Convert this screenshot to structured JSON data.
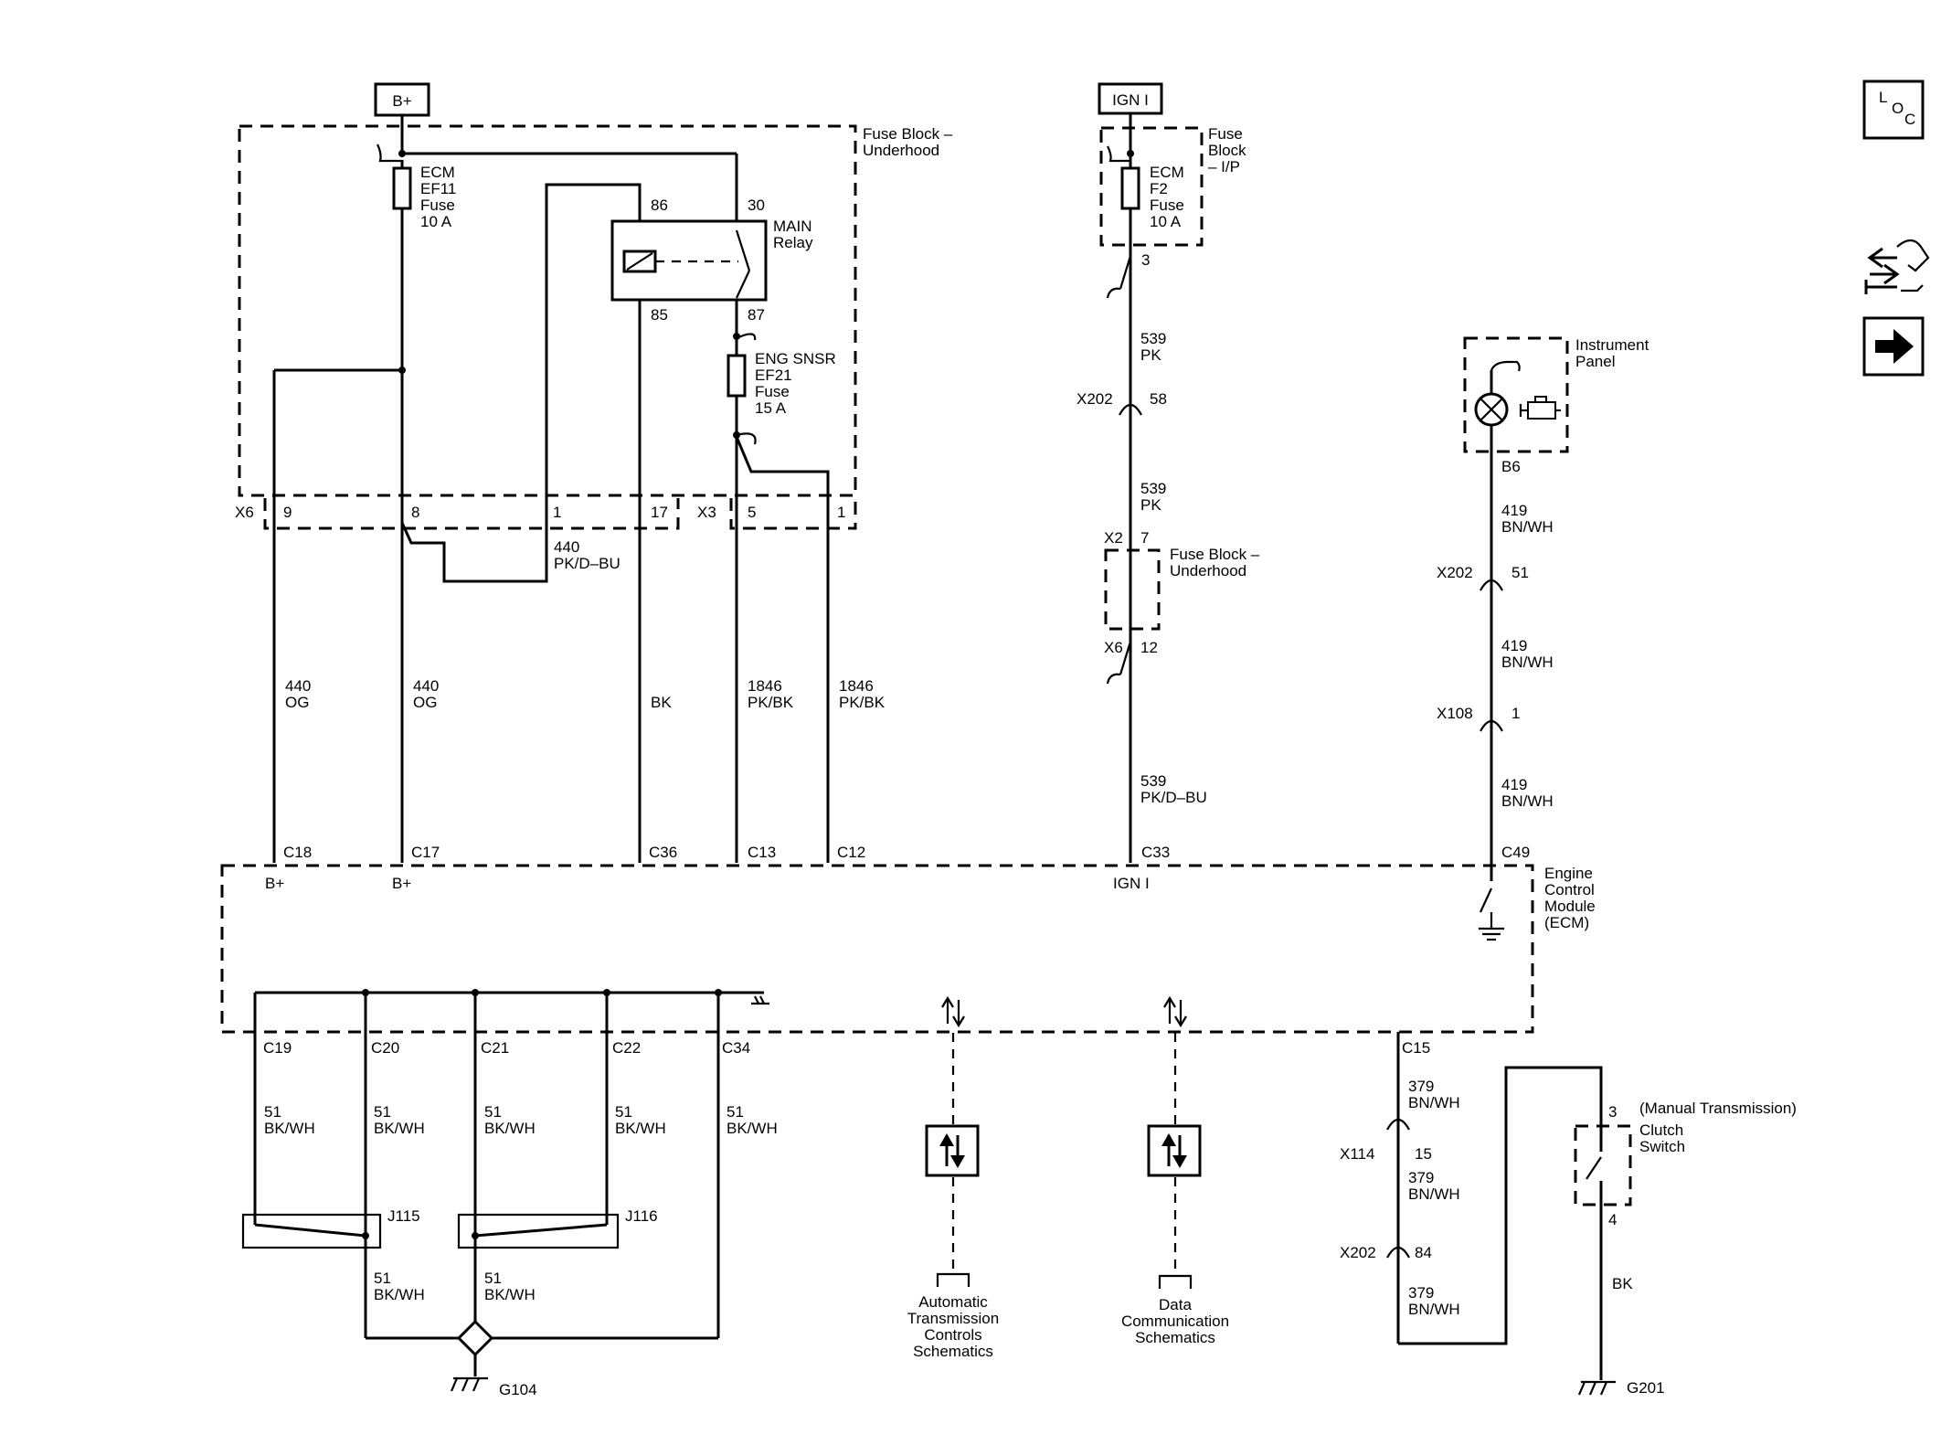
{
  "power": {
    "bplus": "B+",
    "ign": "IGN I"
  },
  "fuse_block_underhood": {
    "label_line1": "Fuse Block –",
    "label_line2": "Underhood",
    "ecm_fuse": [
      "ECM",
      "EF11",
      "Fuse",
      "10 A"
    ],
    "eng_fuse": [
      "ENG SNSR",
      "EF21",
      "Fuse",
      "15 A"
    ],
    "relay_line1": "MAIN",
    "relay_line2": "Relay",
    "relay_pins": {
      "p86": "86",
      "p30": "30",
      "p85": "85",
      "p87": "87"
    },
    "connector_x6": "X6",
    "connector_x3": "X3",
    "pins": {
      "p9": "9",
      "p8": "8",
      "p1": "1",
      "p17": "17",
      "x3_5": "5",
      "x3_1": "1"
    }
  },
  "fuse_block_ip": {
    "label": [
      "Fuse",
      "Block",
      "– I/P"
    ],
    "fuse": [
      "ECM",
      "F2",
      "Fuse",
      "10 A"
    ],
    "pin": "3"
  },
  "wires": {
    "w440_pk": [
      "440",
      "PK/D–BU"
    ],
    "w440_og_a": [
      "440",
      "OG"
    ],
    "w440_og_b": [
      "440",
      "OG"
    ],
    "w_bk": "BK",
    "w1846_a": [
      "1846",
      "PK/BK"
    ],
    "w1846_b": [
      "1846",
      "PK/BK"
    ],
    "w539_pk_a": [
      "539",
      "PK"
    ],
    "w539_pk_b": [
      "539",
      "PK"
    ],
    "w539_pkdbu": [
      "539",
      "PK/D–BU"
    ],
    "w419_a": [
      "419",
      "BN/WH"
    ],
    "w419_b": [
      "419",
      "BN/WH"
    ],
    "w419_c": [
      "419",
      "BN/WH"
    ],
    "w379_a": [
      "379",
      "BN/WH"
    ],
    "w379_b": [
      "379",
      "BN/WH"
    ],
    "w379_c": [
      "379",
      "BN/WH"
    ],
    "w51": [
      "51",
      "BK/WH"
    ],
    "w_bk_clutch": "BK"
  },
  "inline_connectors": {
    "x202_58": [
      "X202",
      "58"
    ],
    "x2_7": [
      "X2",
      "7"
    ],
    "x6_12": [
      "X6",
      "12"
    ],
    "x202_51": [
      "X202",
      "51"
    ],
    "x108_1": [
      "X108",
      "1"
    ],
    "x114_15": [
      "X114",
      "15"
    ],
    "x202_84": [
      "X202",
      "84"
    ]
  },
  "fuse_block_underhood_2": {
    "label_line1": "Fuse Block –",
    "label_line2": "Underhood"
  },
  "instrument_panel": {
    "label_line1": "Instrument",
    "label_line2": "Panel",
    "pin": "B6"
  },
  "ecm": {
    "label": [
      "Engine",
      "Control",
      "Module",
      "(ECM)"
    ],
    "top_pins": [
      "C18",
      "C17",
      "C36",
      "C13",
      "C12",
      "C33",
      "C49"
    ],
    "bplus_a": "B+",
    "bplus_b": "B+",
    "ign": "IGN I",
    "bottom_pins": [
      "C19",
      "C20",
      "C21",
      "C22",
      "C34",
      "C15"
    ]
  },
  "splices": {
    "j115": "J115",
    "j116": "J116"
  },
  "grounds": {
    "g104": "G104",
    "g201": "G201"
  },
  "clutch": {
    "pin3": "3",
    "pin4": "4",
    "note": "(Manual Transmission)",
    "label_line1": "Clutch",
    "label_line2": "Switch"
  },
  "references": {
    "auto_trans": [
      "Automatic",
      "Transmission",
      "Controls",
      "Schematics"
    ],
    "data_comm": [
      "Data",
      "Communication",
      "Schematics"
    ]
  },
  "side_icons": {
    "loc": [
      "L",
      "O",
      "C"
    ],
    "connector_icon": "connector-icon",
    "arrow_icon": "arrow-right-icon"
  }
}
